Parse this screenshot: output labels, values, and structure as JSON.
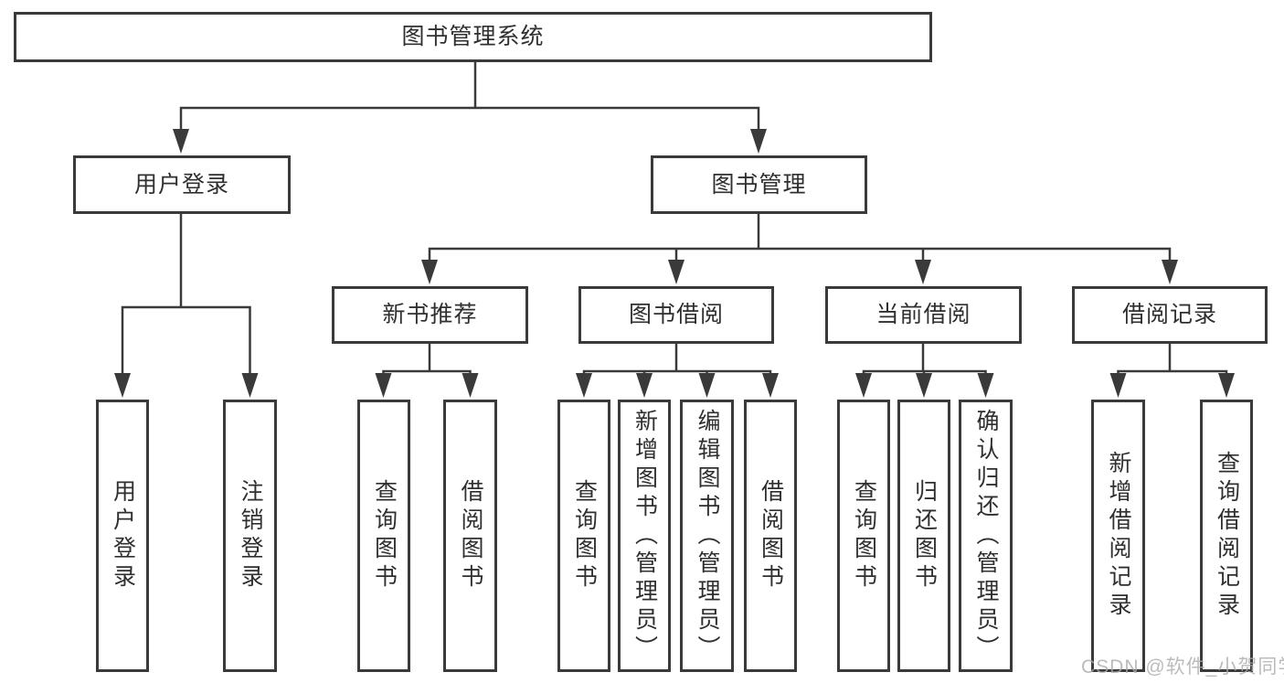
{
  "diagram": {
    "title": "图书管理系统",
    "watermark": "CSDN @软件_小贺同学",
    "colors": {
      "line": "#3a3a3a",
      "text": "#2f2f2f",
      "background": "#ffffff",
      "watermark": "#ababab"
    },
    "root": {
      "label": "图书管理系统",
      "children": [
        {
          "label": "用户登录",
          "children": [
            {
              "label": "用户登录"
            },
            {
              "label": "注销登录"
            }
          ]
        },
        {
          "label": "图书管理",
          "children": [
            {
              "label": "新书推荐",
              "children": [
                {
                  "label": "查询图书"
                },
                {
                  "label": "借阅图书"
                }
              ]
            },
            {
              "label": "图书借阅",
              "children": [
                {
                  "label": "查询图书"
                },
                {
                  "label": "新增图书（管理员）"
                },
                {
                  "label": "编辑图书（管理员）"
                },
                {
                  "label": "借阅图书"
                }
              ]
            },
            {
              "label": "当前借阅",
              "children": [
                {
                  "label": "查询图书"
                },
                {
                  "label": "归还图书"
                },
                {
                  "label": "确认归还（管理员）"
                }
              ]
            },
            {
              "label": "借阅记录",
              "children": [
                {
                  "label": "新增借阅记录"
                },
                {
                  "label": "查询借阅记录"
                }
              ]
            }
          ]
        }
      ]
    }
  }
}
